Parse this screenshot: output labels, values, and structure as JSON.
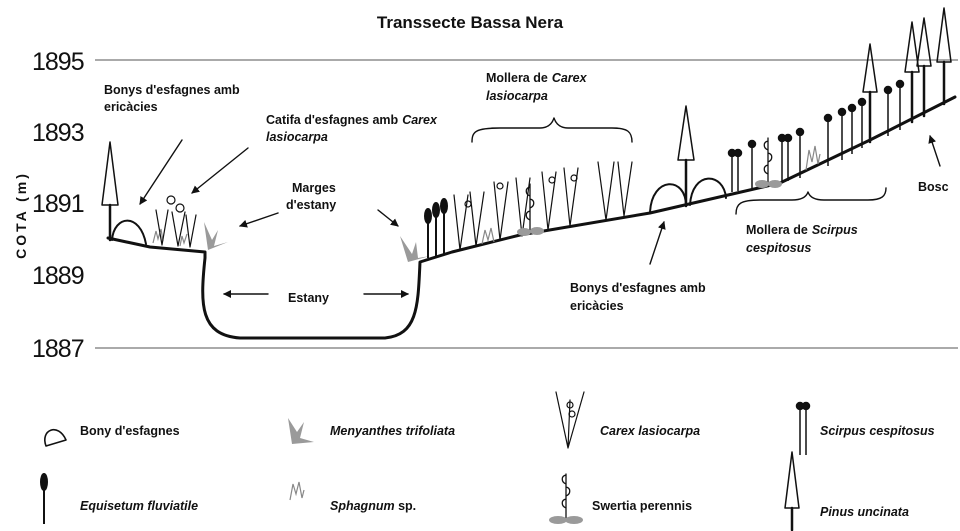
{
  "title": "Transsecte Bassa Nera",
  "y_axis": {
    "label": "COTA (m)",
    "ticks": [
      "1895",
      "1893",
      "1891",
      "1889",
      "1887"
    ]
  },
  "labels": {
    "bonys_left_1": "Bonys d'esfagnes amb",
    "bonys_left_2": "ericàcies",
    "catifa_1": "Catifa d'esfagnes amb",
    "catifa_carex": "Carex",
    "catifa_2": "lasiocarpa",
    "marges_1": "Marges",
    "marges_2": "d'estany",
    "estany": "Estany",
    "mollera_carex_1": "Mollera de",
    "mollera_carex_it": "Carex",
    "mollera_carex_2": "lasiocarpa",
    "bonys_right_1": "Bonys d'esfagnes amb",
    "bonys_right_2": "ericàcies",
    "mollera_scirpus_1": "Mollera de",
    "mollera_scirpus_it": "Scirpus",
    "mollera_scirpus_2": "cespitosus",
    "bosc": "Bosc"
  },
  "legend": [
    {
      "icon": "bony-icon",
      "label": "Bony d'esfagnes",
      "italic": false
    },
    {
      "icon": "menyanthes-icon",
      "label": "Menyanthes trifoliata",
      "italic": true
    },
    {
      "icon": "carex-icon",
      "label": "Carex lasiocarpa",
      "italic": true
    },
    {
      "icon": "scirpus-icon",
      "label": "Scirpus cespitosus",
      "italic": true
    },
    {
      "icon": "equisetum-icon",
      "label": "Equisetum fluviatile",
      "italic": true
    },
    {
      "icon": "sphagnum-icon",
      "label": "Sphagnum",
      "label_suffix": " sp.",
      "italic": true
    },
    {
      "icon": "swertia-icon",
      "label": "Swertia perennis",
      "italic": false
    },
    {
      "icon": "pinus-icon",
      "label": "Pinus uncinata",
      "italic": true
    }
  ],
  "colors": {
    "ink": "#111111",
    "plant_grey": "#9a9a9a",
    "axis_line": "#555555"
  }
}
